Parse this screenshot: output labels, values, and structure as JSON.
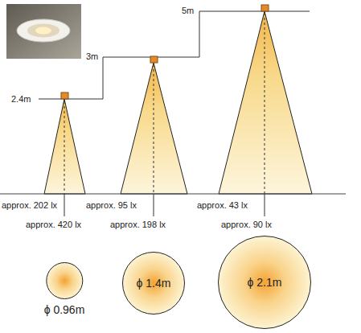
{
  "diagram": {
    "nodes": [
      {
        "text": [
          "ϕ 0.96m"
        ]
      },
      {
        "text": [
          "ϕ 1.4m"
        ]
      },
      {
        "text": [
          "ϕ 2.1m"
        ]
      }
    ],
    "labels": [
      "2.4m",
      "3m",
      "5m",
      "approx. 202 lx",
      "approx. 420 lx",
      "approx. 95 lx",
      "approx. 198 lx",
      "approx. 43 lx",
      "approx. 90 lx"
    ]
  }
}
